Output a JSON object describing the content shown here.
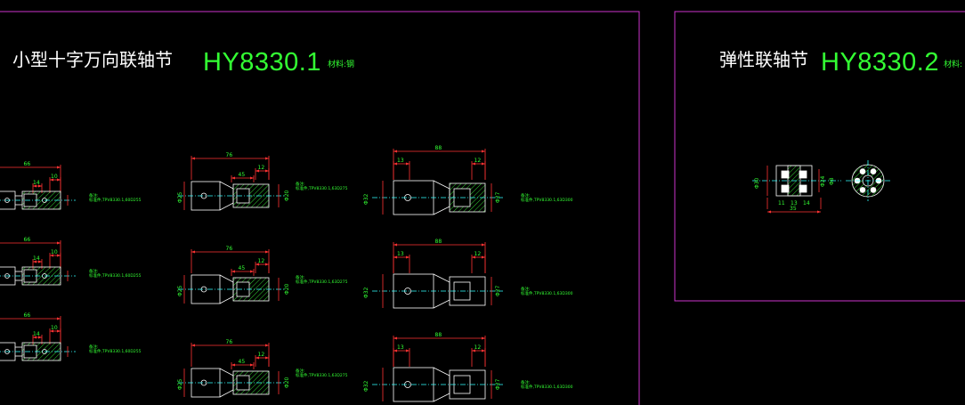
{
  "sheet1": {
    "title": "小型十字万向联轴节",
    "code": "HY8330.1",
    "material": "材料:钢"
  },
  "sheet2": {
    "title": "弹性联轴节",
    "code": "HY8330.2",
    "material": "材料:"
  },
  "column1": {
    "overall_len": "66",
    "end_len": "10",
    "small_len": "14",
    "rows": [
      {
        "note_label": "备注:",
        "note_text": "标准件,TPV8330.1,60D255"
      },
      {
        "note_label": "备注:",
        "note_text": "标准件,TPV8330.1,60D255"
      },
      {
        "note_label": "备注:",
        "note_text": "标准件,TPV8330.1,60D255"
      }
    ]
  },
  "column2": {
    "overall_len": "76",
    "end_len": "12",
    "mid_len": "45",
    "dia_left": "Φ25",
    "dia_right": "Φ20",
    "rows": [
      {
        "note_label": "备注:",
        "note_text": "标准件,TPV8330.1,63D275"
      },
      {
        "note_label": "备注:",
        "note_text": "标准件,TPV8330.1,63D275"
      },
      {
        "note_label": "备注:",
        "note_text": "标准件,TPV8330.1,63D275"
      }
    ]
  },
  "column3": {
    "overall_len": "88",
    "end_len": "13",
    "end_len2": "12",
    "dia_left": "Φ32",
    "dia_right": "Φ27",
    "rows": [
      {
        "note_label": "备注:",
        "note_text": "标准件,TPV8330.1,63D300"
      },
      {
        "note_label": "备注:",
        "note_text": "标准件,TPV8330.1,63D300"
      },
      {
        "note_label": "备注:",
        "note_text": "标准件,TPV8330.1,63D300"
      }
    ]
  },
  "elastic": {
    "overall_len": "35",
    "d1": "Φ30",
    "d2": "Φ24",
    "d3": "Φ8",
    "l1": "11",
    "l2": "13",
    "l3": "14"
  },
  "colors": {
    "frame": "#cc33cc",
    "dim": "#ff3333",
    "part": "#ffffff",
    "center": "#33ffff",
    "hatch": "#33cc33",
    "text": "#33ff33"
  }
}
